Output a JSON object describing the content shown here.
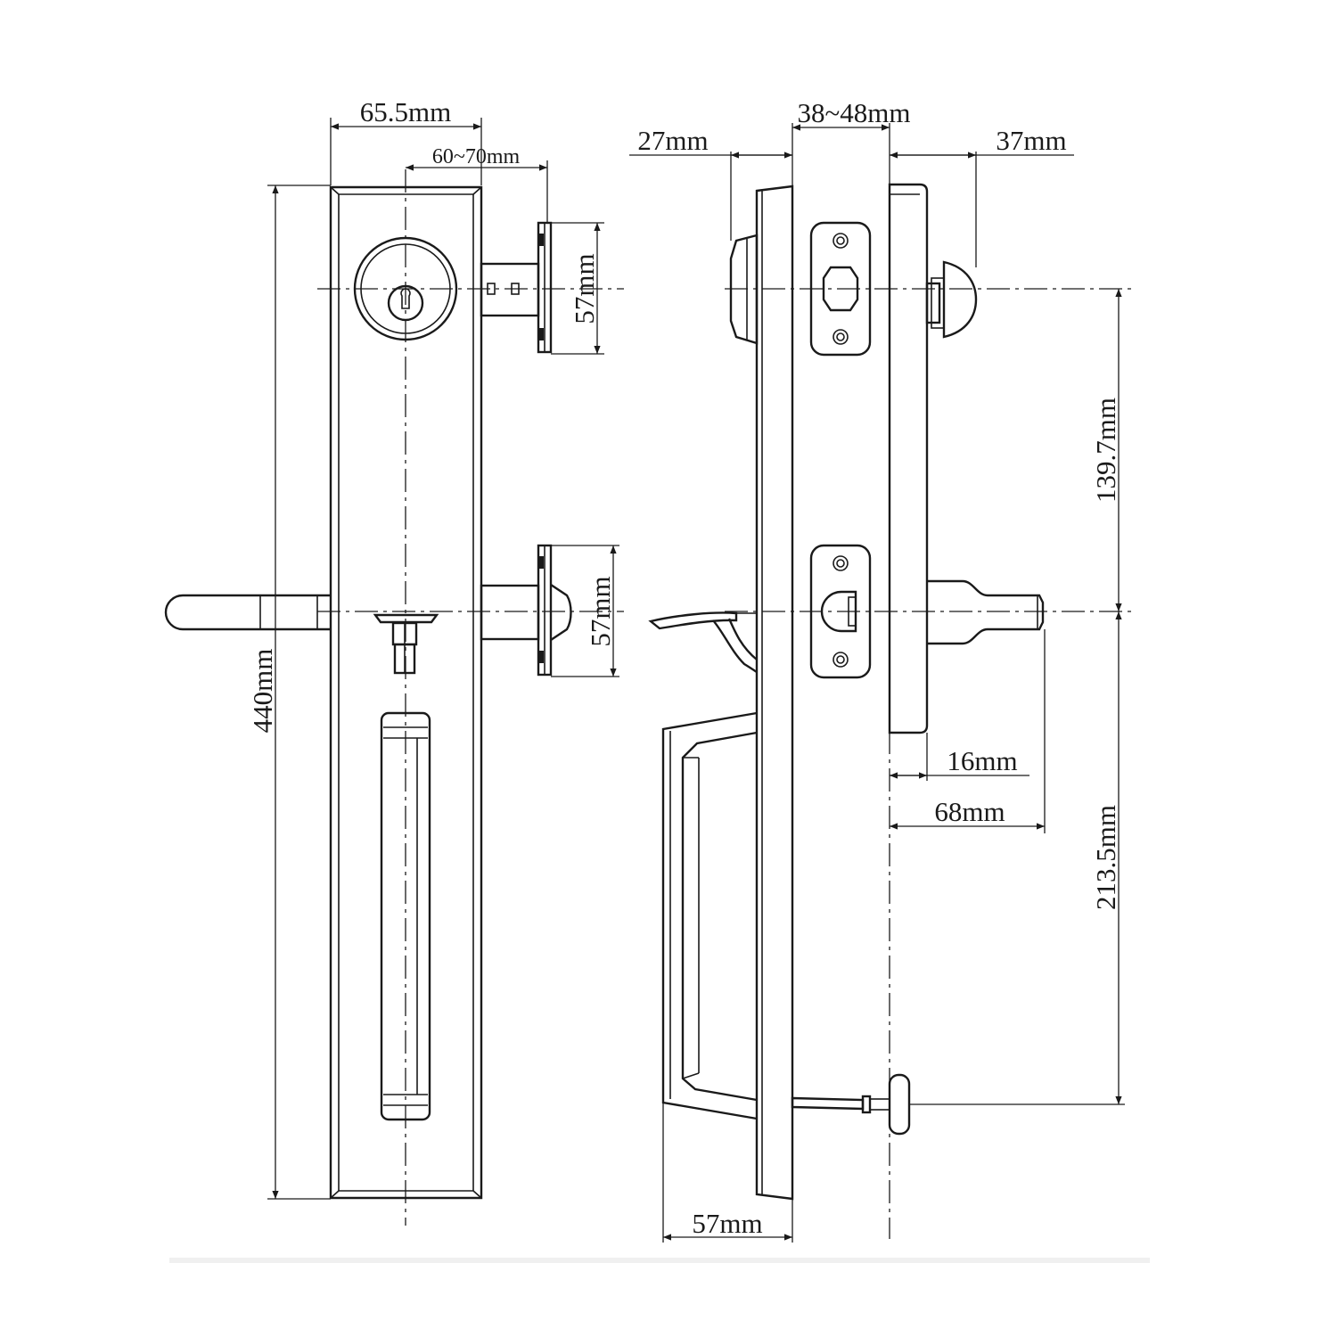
{
  "front_view": {
    "dimensions": {
      "plate_width": "65.5mm",
      "backset": "60~70mm",
      "deadbolt_rose": "57mm",
      "lever_rose": "57mm",
      "overall_height": "440mm"
    }
  },
  "side_view": {
    "dimensions": {
      "door_thickness": "38~48mm",
      "deadbolt_projection": "27mm",
      "thumbturn_projection": "37mm",
      "deadbolt_to_lever": "139.7mm",
      "lever_to_pull": "213.5mm",
      "inner_plate": "16mm",
      "inner_lever": "68mm",
      "pull_projection": "57mm"
    }
  }
}
